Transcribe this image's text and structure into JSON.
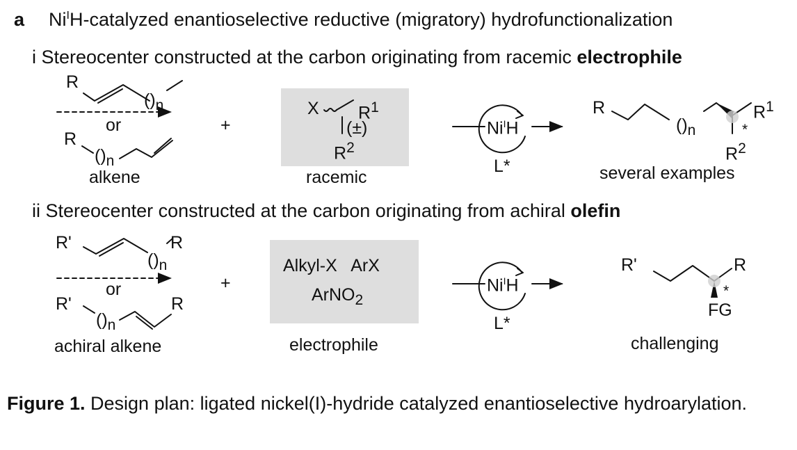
{
  "header": {
    "panel_letter": "a",
    "title_pre": "Ni",
    "title_sup": "I",
    "title_post": "H-catalyzed enantioselective reductive (migratory) hydrofunctionalization"
  },
  "section_i": {
    "label_pre": "i Stereocenter constructed at the carbon originating from racemic ",
    "label_bold": "electrophile",
    "alkene": {
      "r": "R",
      "n_paren": "()",
      "n_sub": "n",
      "or": "or",
      "caption": "alkene"
    },
    "plus": "+",
    "electrophile": {
      "x": "X",
      "r": "R",
      "one": "1",
      "two": "2",
      "pm": "(±)",
      "caption": "racemic"
    },
    "catalyst": {
      "ni": "Ni",
      "sup": "I",
      "h": "H",
      "ligand": "L*"
    },
    "product": {
      "r": "R",
      "n_paren": "()",
      "n_sub": "n",
      "r1": "R",
      "one": "1",
      "r2": "R",
      "two": "2",
      "star": "*",
      "caption": "several examples"
    }
  },
  "section_ii": {
    "label_pre": "ii Stereocenter constructed at the carbon originating from achiral ",
    "label_bold": "olefin",
    "alkene": {
      "rp": "R'",
      "r": "R",
      "n_paren": "()",
      "n_sub": "n",
      "or": "or",
      "caption": "achiral alkene"
    },
    "plus": "+",
    "electrophile": {
      "line1": "Alkyl-X   ArX",
      "line2_pre": "ArNO",
      "line2_sub": "2",
      "caption": "electrophile"
    },
    "catalyst": {
      "ni": "Ni",
      "sup": "I",
      "h": "H",
      "ligand": "L*"
    },
    "product": {
      "rp": "R'",
      "r": "R",
      "fg": "FG",
      "star": "*",
      "caption": "challenging"
    }
  },
  "caption": {
    "bold": "Figure 1.",
    "text": " Design plan: ligated nickel(I)-hydride catalyzed enantioselective hydroarylation."
  }
}
